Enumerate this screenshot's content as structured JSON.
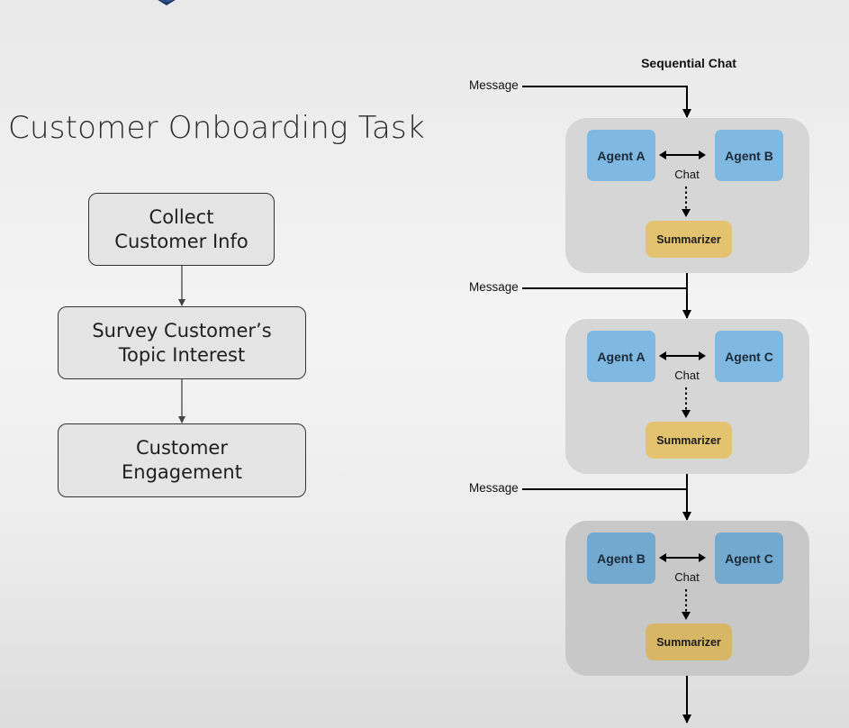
{
  "left": {
    "title": "Customer Onboarding Task",
    "steps": [
      {
        "label": "Collect\nCustomer Info"
      },
      {
        "label": "Survey Customer’s\nTopic Interest"
      },
      {
        "label": "Customer\nEngagement"
      }
    ]
  },
  "right": {
    "title": "Sequential Chat",
    "message_label": "Message",
    "chat_label": "Chat",
    "summarizer_label": "Summarizer",
    "stages": [
      {
        "agent_left": "Agent A",
        "agent_right": "Agent B"
      },
      {
        "agent_left": "Agent A",
        "agent_right": "Agent C"
      },
      {
        "agent_left": "Agent B",
        "agent_right": "Agent C"
      }
    ]
  },
  "colors": {
    "agent": "#7fb8e0",
    "summarizer": "#e3c370",
    "panel": "#d6d6d6",
    "flow_box": "#e4e4e4"
  },
  "icons": [
    "logo-icon",
    "arrow-down-icon",
    "double-arrow-icon",
    "dotted-arrow-icon"
  ]
}
